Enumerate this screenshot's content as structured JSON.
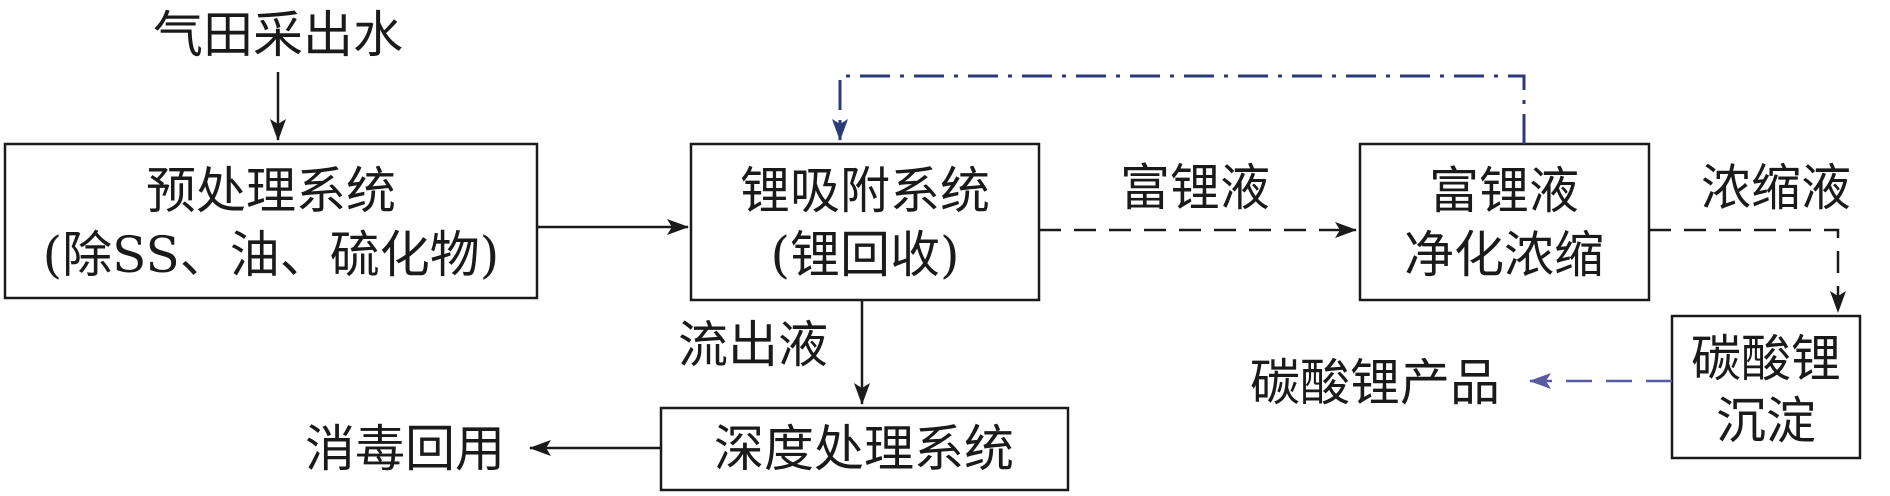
{
  "nodes": {
    "source": {
      "text": "气田采出水"
    },
    "pretreatment": {
      "line1": "预处理系统",
      "line2": "(除SS、油、硫化物)"
    },
    "adsorption": {
      "line1": "锂吸附系统",
      "line2": "(锂回收)"
    },
    "purification": {
      "line1": "富锂液",
      "line2": "净化浓缩"
    },
    "precipitation": {
      "line1": "碳酸锂",
      "line2": "沉淀"
    },
    "deep_treatment": {
      "text": "深度处理系统"
    },
    "product": {
      "text": "碳酸锂产品"
    },
    "reuse": {
      "text": "消毒回用"
    }
  },
  "edges": {
    "rich_lithium": "富锂液",
    "concentrate": "浓缩液",
    "effluent": "流出液"
  },
  "colors": {
    "ink": "#1a1a1a",
    "product_arrow": "#5a5aa0",
    "recycle_line": "#2d3a7a"
  }
}
